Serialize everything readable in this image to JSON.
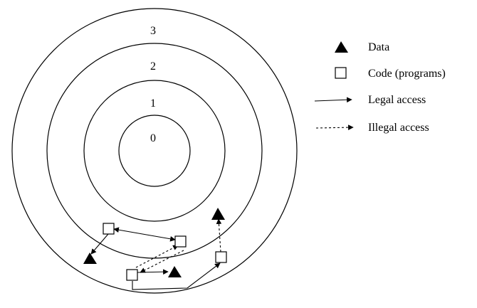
{
  "rings": [
    {
      "label": "0"
    },
    {
      "label": "1"
    },
    {
      "label": "2"
    },
    {
      "label": "3"
    }
  ],
  "legend": {
    "data": "Data",
    "code": "Code (programs)",
    "legal": "Legal access",
    "illegal": "Illegal access"
  }
}
